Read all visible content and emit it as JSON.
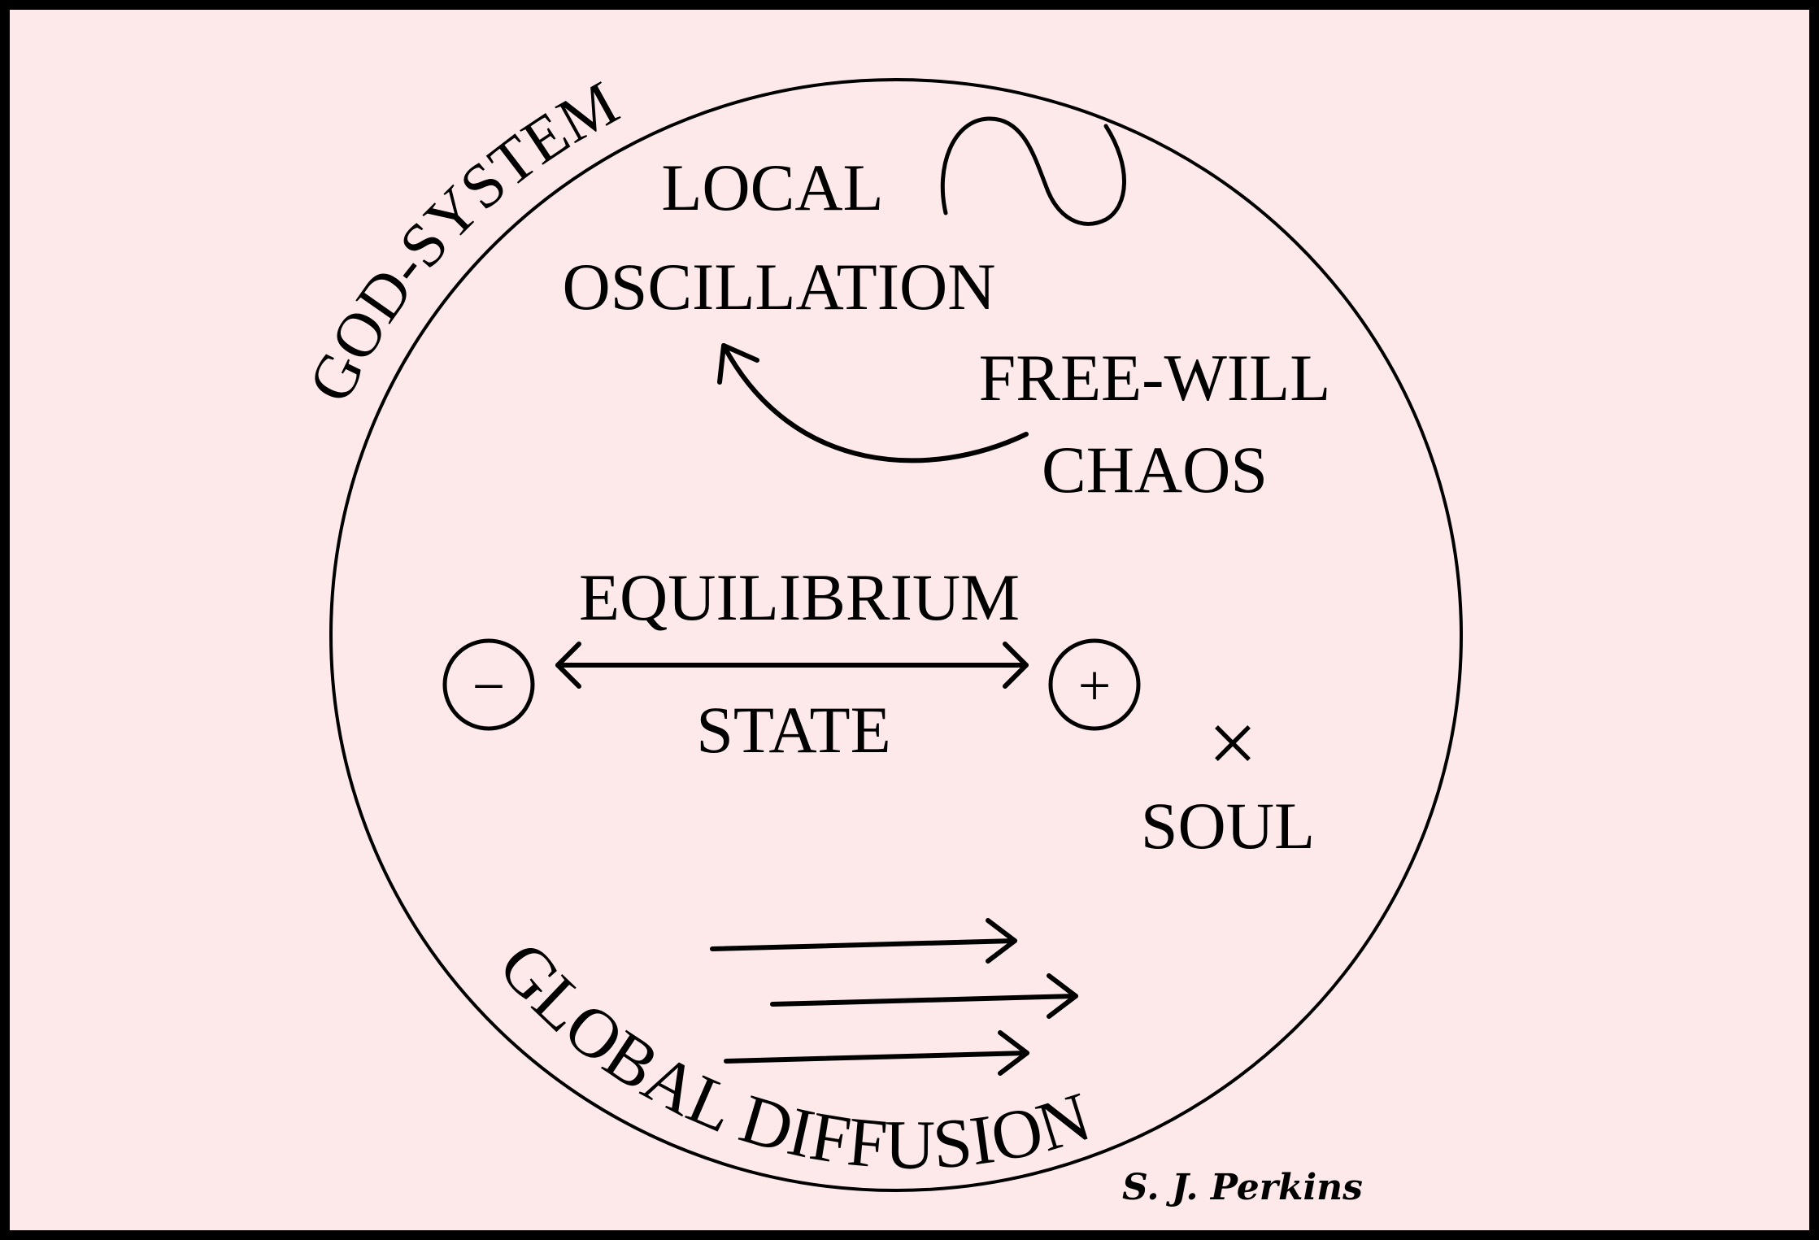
{
  "colors": {
    "background": "#fde9e9",
    "ink": "#000000",
    "frame": "#000000"
  },
  "labels": {
    "arc_top": "GOD-SYSTEM",
    "arc_bottom": "GLOBAL DIFFUSION",
    "local_line1": "LOCAL",
    "local_line2": "OSCILLATION",
    "freewill_line1": "FREE-WILL",
    "freewill_line2": "CHAOS",
    "equilibrium": "EQUILIBRIUM",
    "state": "STATE",
    "minus_sign": "−",
    "plus_sign": "+",
    "soul_mark": "×",
    "soul": "SOUL",
    "signature": "S. J. Perkins"
  },
  "icons": {
    "wave": "oscillation-wave-icon",
    "curved_arrow": "curved-arrow-icon",
    "double_arrow": "double-headed-arrow-icon",
    "negative": "minus-circle-icon",
    "positive": "plus-circle-icon",
    "diffusion": "parallel-arrows-icon"
  }
}
